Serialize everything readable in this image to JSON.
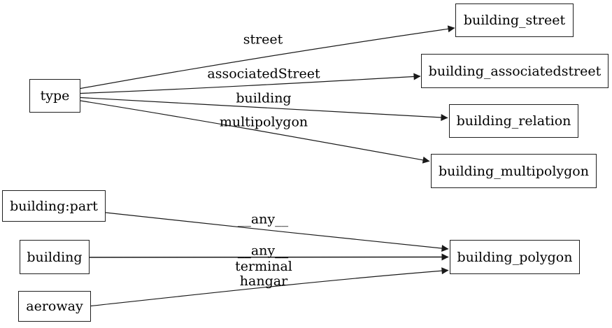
{
  "graph": {
    "background_color": "#ffffff",
    "line_color": "#1a1a1a",
    "node_fill": "#ffffff",
    "nodes": [
      {
        "id": "type",
        "label": "type"
      },
      {
        "id": "building_street",
        "label": "building_street"
      },
      {
        "id": "building_associatedstreet",
        "label": "building_associatedstreet"
      },
      {
        "id": "building_relation",
        "label": "building_relation"
      },
      {
        "id": "building_multipolygon",
        "label": "building_multipolygon"
      },
      {
        "id": "building_polygon",
        "label": "building_polygon"
      },
      {
        "id": "building:part",
        "label": "building:part"
      },
      {
        "id": "building",
        "label": "building"
      },
      {
        "id": "aeroway",
        "label": "aeroway"
      }
    ],
    "edges": [
      {
        "from": "type",
        "to": "building_street",
        "label": "street"
      },
      {
        "from": "type",
        "to": "building_associatedstreet",
        "label": "associatedStreet"
      },
      {
        "from": "type",
        "to": "building_relation",
        "label": "building"
      },
      {
        "from": "type",
        "to": "building_multipolygon",
        "label": "multipolygon"
      },
      {
        "from": "building:part",
        "to": "building_polygon",
        "label": "__any__"
      },
      {
        "from": "building",
        "to": "building_polygon",
        "label": "__any__"
      },
      {
        "from": "aeroway",
        "to": "building_polygon",
        "label": "terminal\nhangar"
      }
    ]
  }
}
